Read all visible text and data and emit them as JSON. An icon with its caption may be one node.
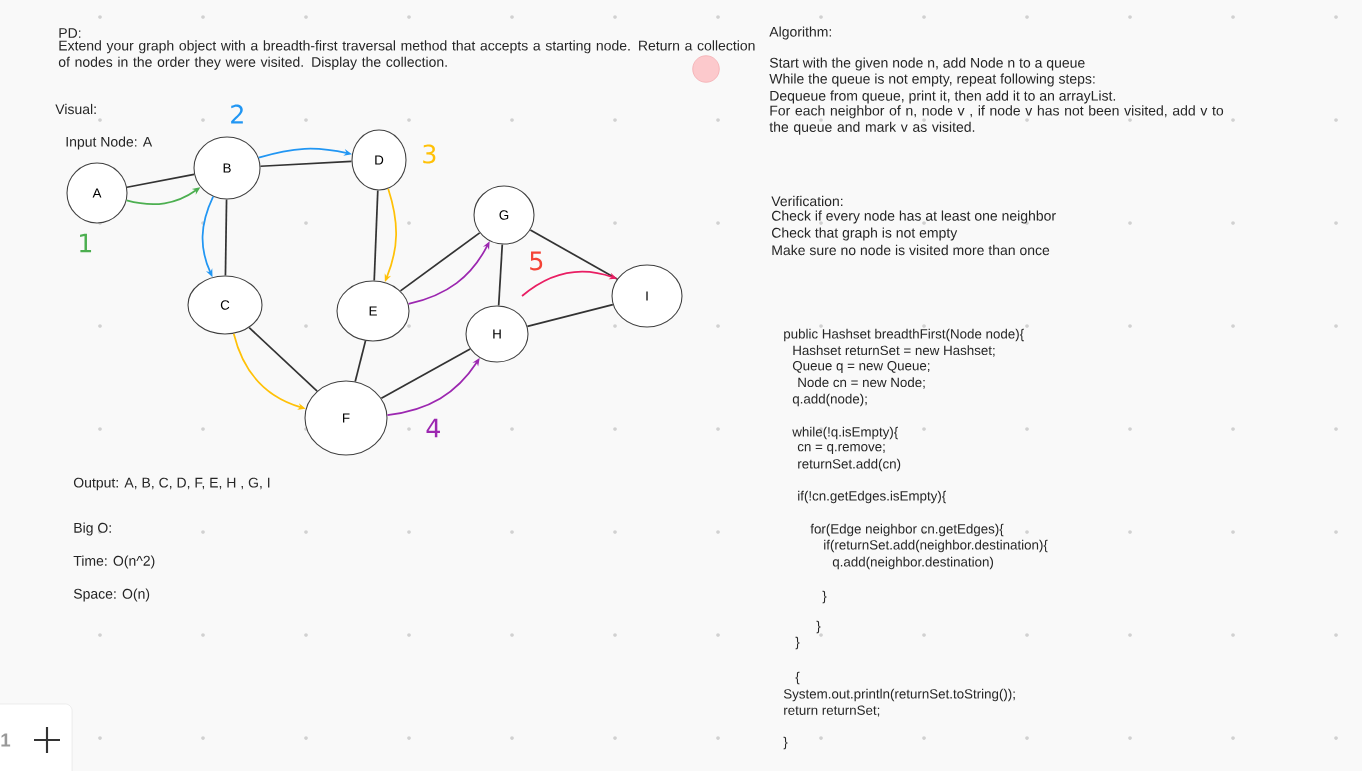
{
  "diagram": {
    "nodes": [
      {
        "text": [
          "A"
        ]
      },
      {
        "text": [
          "B"
        ]
      },
      {
        "text": [
          "C"
        ]
      },
      {
        "text": [
          "D"
        ]
      },
      {
        "text": [
          "E"
        ]
      },
      {
        "text": [
          "F"
        ]
      },
      {
        "text": [
          "G"
        ]
      },
      {
        "text": [
          "H"
        ]
      },
      {
        "text": [
          "I"
        ]
      }
    ],
    "edges": [
      {
        "from": 0,
        "to": 1,
        "arrow": "none"
      },
      {
        "from": 1,
        "to": 3,
        "arrow": "none"
      },
      {
        "from": 1,
        "to": 2,
        "arrow": "none"
      },
      {
        "from": 3,
        "to": 4,
        "arrow": "none"
      },
      {
        "from": 4,
        "to": 6,
        "arrow": "none"
      },
      {
        "from": 6,
        "to": 8,
        "arrow": "none"
      },
      {
        "from": 6,
        "to": 7,
        "arrow": "none"
      },
      {
        "from": 7,
        "to": 8,
        "arrow": "none"
      },
      {
        "from": 2,
        "to": 5,
        "arrow": "none"
      },
      {
        "from": 4,
        "to": 5,
        "arrow": "none"
      },
      {
        "from": 5,
        "to": 7,
        "arrow": "none"
      },
      {
        "from": 0,
        "to": 1,
        "arrow": "to",
        "color": "#4caf50"
      },
      {
        "from": 1,
        "to": 3,
        "arrow": "to",
        "color": "#2196f3"
      },
      {
        "from": 1,
        "to": 2,
        "arrow": "to",
        "color": "#2196f3"
      },
      {
        "from": 3,
        "to": 4,
        "arrow": "to",
        "color": "#ffc107"
      },
      {
        "from": 2,
        "to": 5,
        "arrow": "to",
        "color": "#ffc107"
      },
      {
        "from": 4,
        "to": 6,
        "arrow": "to",
        "color": "#9c27b0"
      },
      {
        "from": 5,
        "to": 7,
        "arrow": "to",
        "color": "#9c27b0"
      },
      {
        "from": null,
        "to": 8,
        "arrow": "to",
        "color": "#e91e63"
      }
    ],
    "labels": [
      "PD:",
      "Extend your graph object with a breadth-first traversal method that accepts a starting node. Return a collection of nodes in the order they were visited. Display the collection.",
      "Algorithm:",
      "Start with the given node n, add Node n to a queue",
      "While the queue is not empty, repeat following steps:",
      "Dequeue from queue, print it, then add it to an arrayList.",
      "For each neighbor of n, node v , if node v has not been visited, add v to the queue and mark v as visited.",
      "Visual:",
      "2",
      "3",
      "Input Node: A",
      "Verification:",
      "Check if every node has at least one neighbor",
      "Check that  graph is not empty",
      "Make sure no node is visited more than once",
      "1",
      "5",
      "4",
      "public Hashset breadthFirst(Node node){",
      "Hashset returnSet = new Hashset;",
      "Queue q = new Queue;",
      "Node cn = new Node;",
      "q.add(node);",
      "while(!q.isEmpty){",
      "cn = q.remove;",
      "returnSet.add(cn)",
      "Output: A, B, C, D, F, E, H , G, I",
      "if(!cn.getEdges.isEmpty){",
      "Big O:",
      "for(Edge neighbor cn.getEdges){",
      "if(returnSet.add(neighbor.destination){",
      "q.add(neighbor.destination)",
      "Time: O(n^2)",
      "}",
      "Space:  O(n)",
      "}",
      "}",
      "{",
      "System.out.println(returnSet.toString());",
      "return returnSet;",
      "}",
      "1"
    ]
  }
}
